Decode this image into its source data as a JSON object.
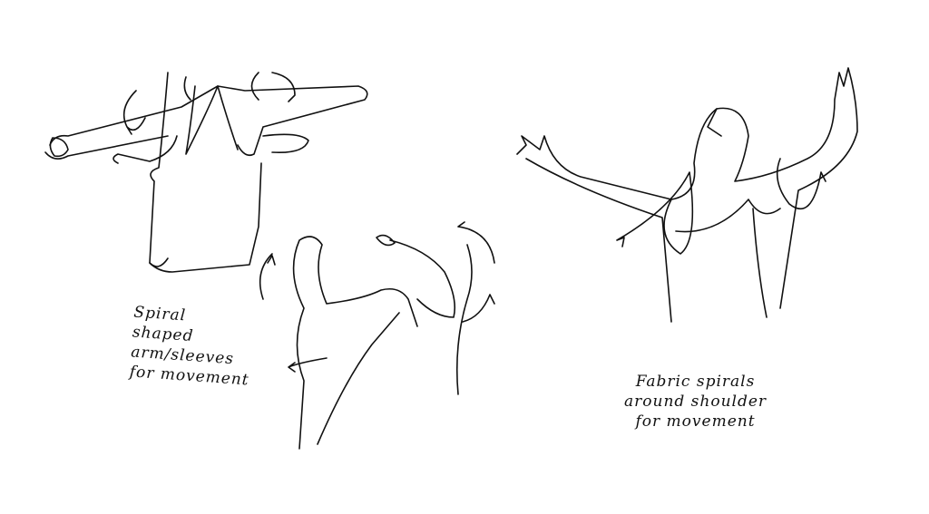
{
  "annotations": {
    "left": [
      "Spiral",
      "shaped",
      "arm/sleeves",
      "for movement"
    ],
    "right": [
      "Fabric spirals",
      "around shoulder",
      "for movement"
    ]
  },
  "colors": {
    "ink": "#111111",
    "background": "#ffffff"
  }
}
